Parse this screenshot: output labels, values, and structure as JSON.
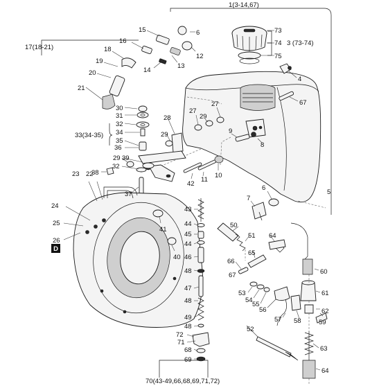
{
  "diagram": {
    "callouts": {
      "c1": "1(3-14,67)",
      "c3": "3 (73-74)",
      "c4": "4",
      "c5": "5",
      "c6a": "6",
      "c6b": "6",
      "c7": "7",
      "c8": "8",
      "c9": "9",
      "c10": "10",
      "c11": "11",
      "c12": "12",
      "c13": "13",
      "c14": "14",
      "c15": "15",
      "c16": "16",
      "c17": "17(18-21)",
      "c18": "18",
      "c19": "19",
      "c20": "20",
      "c21": "21",
      "c22": "22",
      "c23": "23",
      "c24": "24",
      "c25": "25",
      "c26": "26",
      "c27a": "27",
      "c27b": "27",
      "c28": "28",
      "c29a": "29",
      "c29b": "29",
      "c29c": "29",
      "c30": "30",
      "c31": "31",
      "c32a": "32",
      "c32b": "32",
      "c33": "33(34-35)",
      "c34": "34",
      "c35": "35",
      "c36": "36",
      "c37": "37",
      "c38": "38",
      "c39": "39",
      "c40": "40",
      "c41": "41",
      "c42": "42",
      "c43": "43",
      "c44a": "44",
      "c44b": "44",
      "c45": "45",
      "c46": "46",
      "c47": "47",
      "c48a": "48",
      "c48b": "48",
      "c49": "49",
      "c50": "50",
      "c51": "51",
      "c52": "52",
      "c53": "53",
      "c54": "54",
      "c55": "55",
      "c56": "56",
      "c57": "57",
      "c58": "58",
      "c59": "59",
      "c60": "60",
      "c61": "61",
      "c62": "62",
      "c63": "63",
      "c64a": "64",
      "c64b": "64",
      "c65": "65",
      "c66": "66",
      "c67": "67",
      "c68": "68",
      "c69": "69",
      "c70": "70(43-49,66,68,69,71,72)",
      "c71": "71",
      "c72": "72",
      "c73": "73",
      "c74": "74",
      "c75": "75",
      "d_badge": "D"
    }
  }
}
